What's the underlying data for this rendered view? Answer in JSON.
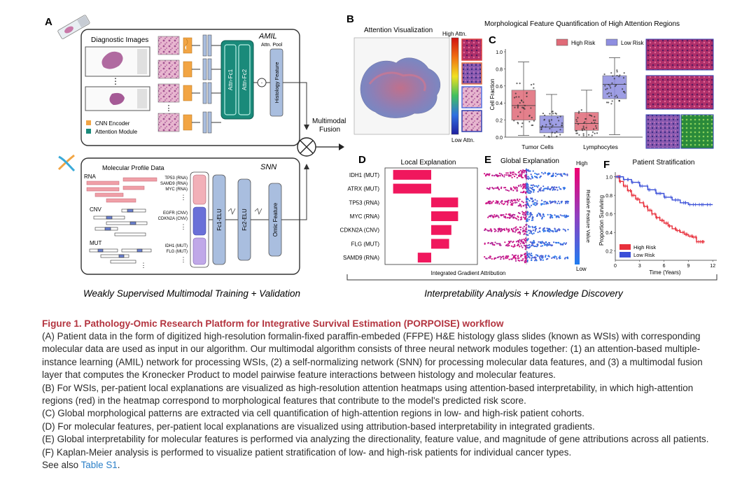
{
  "panel_letters": {
    "a": "A",
    "b": "B",
    "c": "C",
    "d": "D",
    "e": "E",
    "f": "F"
  },
  "panel_a": {
    "diagnostic_images": "Diagnostic Images",
    "amil": "AMIL",
    "attn_pool": "Attn. Pool",
    "attn_fc1": "Attn-Fc1",
    "attn_fc2": "Attn-Fc2",
    "histology_feature": "Histology Feature",
    "legend_cnn": "CNN Encoder",
    "legend_attn": "Attention Module",
    "molecular_profile": "Molecular Profile Data",
    "snn": "SNN",
    "rna": "RNA",
    "cnv": "CNV",
    "mut": "MUT",
    "genes_rna": [
      "TP53 (RNA)",
      "SAMD9 (RNA)",
      "MYC (RNA)"
    ],
    "genes_cnv": [
      "EGFR (CNV)",
      "CDKN2A (CNV)"
    ],
    "genes_mut": [
      "IDH1 (MUT)",
      "FLG (MUT)"
    ],
    "fc1_elu": "Fc1-ELU",
    "fc2_elu": "Fc2-ELU",
    "omic_feature": "Omic Feature",
    "fusion_line1": "Multimodal",
    "fusion_line2": "Fusion",
    "bottom_label": "Weakly Supervised Multimodal Training + Validation"
  },
  "panel_b": {
    "title": "Attention Visualization",
    "high": "High Attn.",
    "low": "Low Attn."
  },
  "panel_c": {
    "title": "Morphological Feature Quantification of High Attention Regions"
  },
  "chart_data": [
    {
      "panel": "C",
      "type": "box",
      "ylabel": "Cell Fraction",
      "ylim": [
        0,
        1.0
      ],
      "yticks": [
        0.0,
        0.2,
        0.4,
        0.6,
        0.8,
        1.0
      ],
      "categories": [
        "Tumor Cells",
        "Lymphocytes"
      ],
      "legend": [
        "High Risk",
        "Low Risk"
      ],
      "colors": {
        "high": "#e06b78",
        "low": "#8e8ee0"
      },
      "series": [
        {
          "name": "High Risk",
          "boxes": [
            {
              "min": 0.02,
              "q1": 0.2,
              "median": 0.37,
              "q3": 0.55,
              "max": 0.88
            },
            {
              "min": 0.0,
              "q1": 0.08,
              "median": 0.16,
              "q3": 0.29,
              "max": 0.55
            }
          ]
        },
        {
          "name": "Low Risk",
          "boxes": [
            {
              "min": 0.0,
              "q1": 0.05,
              "median": 0.12,
              "q3": 0.25,
              "max": 0.5
            },
            {
              "min": 0.03,
              "q1": 0.45,
              "median": 0.62,
              "q3": 0.72,
              "max": 0.93
            }
          ]
        }
      ]
    },
    {
      "panel": "D",
      "type": "bar",
      "title": "Local Explanation",
      "xlabel": "Integrated Gradient Attribution",
      "categories": [
        "IDH1 (MUT)",
        "ATRX (MUT)",
        "TP53 (RNA)",
        "MYC (RNA)",
        "CDKN2A (CNV)",
        "FLG (MUT)",
        "SAMD9 (RNA)"
      ],
      "values": [
        -0.85,
        -0.85,
        0.6,
        0.6,
        0.45,
        0.4,
        -0.3
      ],
      "color": "#f0175d"
    },
    {
      "panel": "E",
      "type": "scatter",
      "title": "Global Explanation",
      "categories": [
        "IDH1 (MUT)",
        "ATRX (MUT)",
        "TP53 (RNA)",
        "MYC (RNA)",
        "CDKN2A (CNV)",
        "FLG (MUT)",
        "SAMD9 (RNA)"
      ],
      "colorbar_label": "Relative Feature Value",
      "colorbar_high": "High",
      "colorbar_low": "Low"
    },
    {
      "panel": "F",
      "type": "line",
      "title": "Patient Stratification",
      "xlabel": "Time (Years)",
      "ylabel": "Proportion Surviving",
      "xticks": [
        0,
        3,
        6,
        9,
        12
      ],
      "yticks": [
        0.2,
        0.4,
        0.6,
        0.8,
        1.0
      ],
      "xlim": [
        0,
        12.5
      ],
      "ylim": [
        0.1,
        1.05
      ],
      "series": [
        {
          "name": "High Risk",
          "color": "#e8303c",
          "x": [
            0,
            0.5,
            1,
            1.5,
            2,
            2.5,
            3,
            3.5,
            4,
            4.5,
            5,
            5.5,
            6,
            6.5,
            7,
            7.5,
            8,
            8.5,
            9,
            9.5,
            10,
            10.5,
            11
          ],
          "y": [
            1.0,
            0.95,
            0.9,
            0.85,
            0.8,
            0.76,
            0.72,
            0.68,
            0.64,
            0.6,
            0.56,
            0.53,
            0.5,
            0.47,
            0.44,
            0.42,
            0.4,
            0.38,
            0.36,
            0.35,
            0.3,
            0.3,
            0.3
          ]
        },
        {
          "name": "Low Risk",
          "color": "#3a4fd8",
          "x": [
            0,
            1,
            2,
            3,
            4,
            5,
            6,
            7,
            8,
            9,
            10,
            11,
            12
          ],
          "y": [
            1.0,
            0.97,
            0.94,
            0.9,
            0.86,
            0.82,
            0.78,
            0.75,
            0.72,
            0.7,
            0.7,
            0.7,
            0.7
          ]
        }
      ]
    }
  ],
  "interp_label": "Interpretability Analysis + Knowledge Discovery",
  "caption": {
    "title": "Figure 1.  Pathology-Omic Research Platform for Integrative Survival Estimation (PORPOISE) workflow",
    "lines": [
      "(A) Patient data in the form of digitized high-resolution formalin-fixed paraffin-embeded (FFPE) H&E histology glass slides (known as WSIs) with corresponding",
      "molecular data are used as input in our algorithm. Our multimodal algorithm consists of three neural network modules together: (1) an attention-based multiple-",
      "instance learning (AMIL) network for processing WSIs, (2) a self-normalizing network (SNN) for processing molecular data features, and (3) a multimodal fusion",
      "layer that computes the Kronecker Product to model pairwise feature interactions between histology and molecular features.",
      "(B) For WSIs, per-patient local explanations are visualized as high-resolution attention heatmaps using attention-based interpretability, in which high-attention",
      "regions (red) in the heatmap correspond to morphological features that contribute to the model's predicted risk score.",
      "(C) Global morphological patterns are extracted via cell quantification of high-attention regions in low- and high-risk patient cohorts.",
      "(D) For molecular features, per-patient local explanations are visualized using attribution-based interpretability in integrated gradients.",
      "(E) Global interpretability for molecular features is performed via analyzing the directionality, feature value, and magnitude of gene attributions across all patients.",
      "(F) Kaplan-Meier analysis is performed to visualize patient stratification of low- and high-risk patients for individual cancer types."
    ],
    "see_also": "See also ",
    "table_link": "Table S1",
    "period": "."
  }
}
